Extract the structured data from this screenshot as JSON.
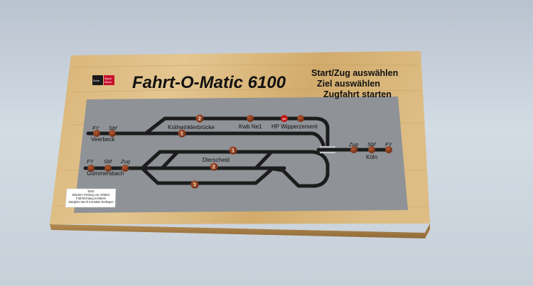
{
  "board": {
    "title": "Fahrt-O-Matic 6100",
    "logo": {
      "line1": "Schie",
      "line2": "Signal",
      "line3": "Steine",
      "red": "#c8102e",
      "black": "#1a1a1a"
    },
    "instructions": [
      "Start/Zug auswählen",
      "Ziel auswählen",
      "Zugfahrt starten"
    ]
  },
  "stations": {
    "veerbeck": "Veerbeck",
    "kraehwinkler": "Krähwinklerbrücke",
    "kwb": "Kwb Ne1",
    "hp": "HP Wipperzement",
    "gommersbach": "Gömmersbach",
    "dierscheid": "Dierscheid",
    "koeln": "Köln"
  },
  "button_labels": {
    "fy": "FY",
    "sbf": "Sbf",
    "zug": "Zug",
    "n1": "1",
    "n2": "2",
    "n3": "3",
    "hp_tag": "HP"
  },
  "note": [
    "Todo:",
    "Blocken Prüfung vor Abfahrt",
    "Fahrtrichtung ermitteln",
    "Stargleis durch Kontakte festlegen"
  ],
  "colors": {
    "wood": "#d9b77d",
    "panel": "#8f9297",
    "track": "#1c1c1c",
    "button": "#8a3a1e",
    "button_active": "#c01818"
  }
}
